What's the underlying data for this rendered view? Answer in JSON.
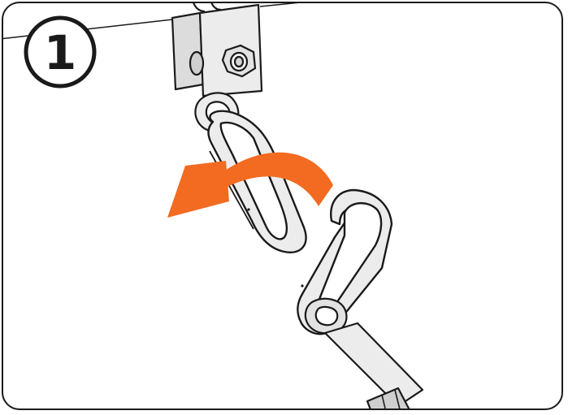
{
  "step": {
    "number": "1"
  },
  "colors": {
    "outline": "#1a1a1a",
    "arrow": "#f26b21",
    "metal_light": "#e9e9e9",
    "metal_mid": "#cfcfcf",
    "background": "#ffffff"
  },
  "icons": {
    "step_badge": "circled-number",
    "arrow": "curved-arrow-left"
  }
}
